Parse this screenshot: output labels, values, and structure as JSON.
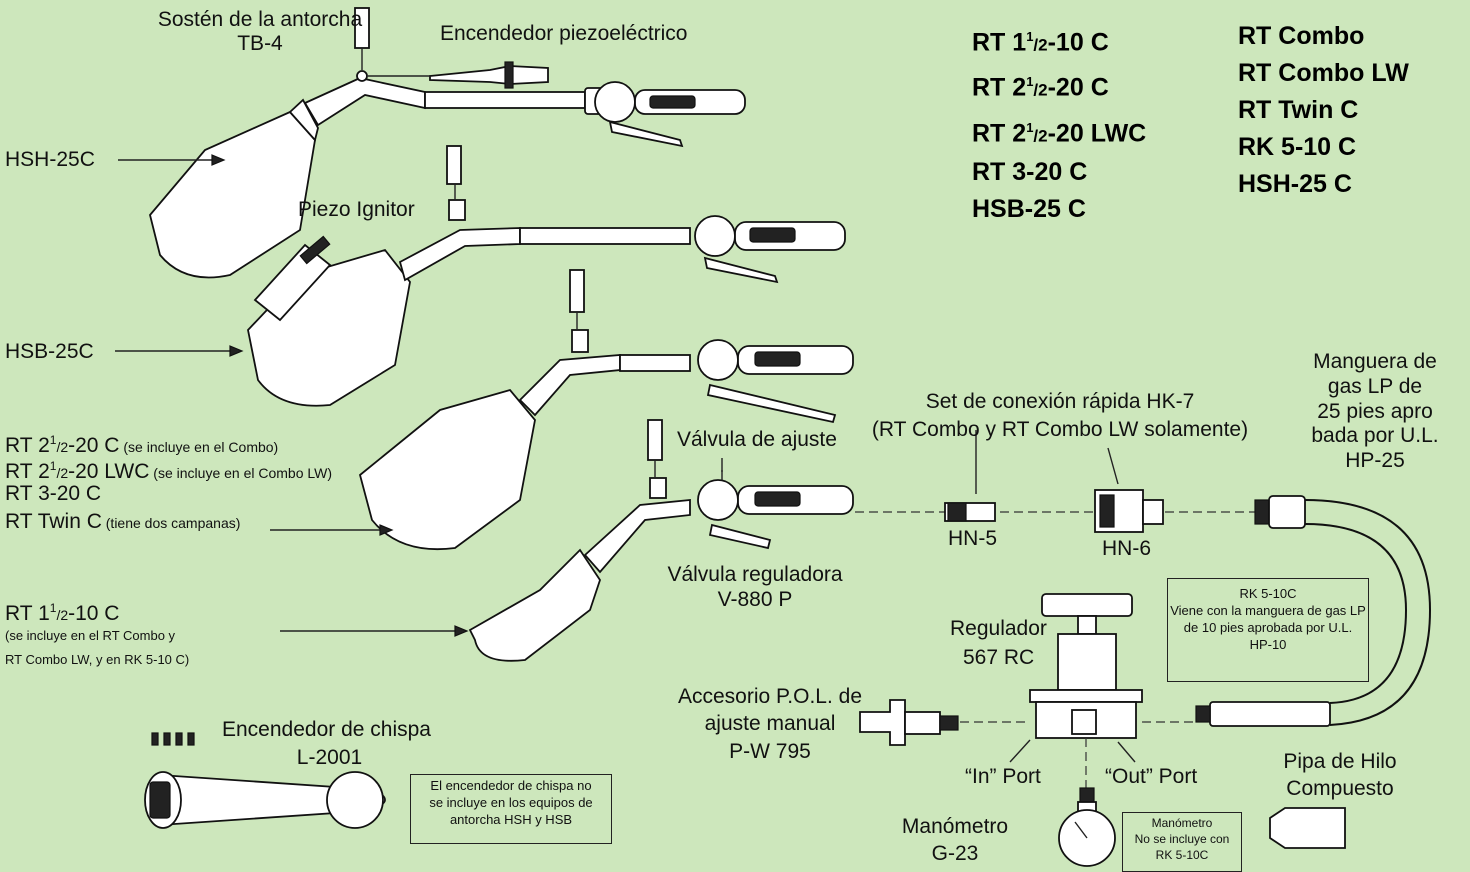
{
  "labels": {
    "tb4_line1": "Sostén de la antorcha",
    "tb4_line2": "TB-4",
    "piezo_es": "Encendedor piezoeléctrico",
    "hsh_left": "HSH-25C",
    "piezo_en": "Piezo Ignitor",
    "hsb_left": "HSB-25C",
    "rt_group": [
      {
        "main": "RT 2",
        "sup": "1",
        "sub": "/2",
        "rest": "-20 C",
        "note": " (se incluye en el Combo)"
      },
      {
        "main": "RT 2",
        "sup": "1",
        "sub": "/2",
        "rest": "-20 LWC",
        "note": " (se incluye en el Combo LW)"
      },
      {
        "main": "RT 3-20 C",
        "sup": "",
        "sub": "",
        "rest": "",
        "note": ""
      },
      {
        "main": "RT Twin C",
        "sup": "",
        "sub": "",
        "rest": "",
        "note": " (tiene dos campanas)"
      }
    ],
    "rt110_main": "RT 1",
    "rt110_sup": "1",
    "rt110_sub": "/2",
    "rt110_rest": "-10 C",
    "rt110_note1": "(se incluye en el RT Combo y",
    "rt110_note2": "RT Combo LW, y en RK 5-10 C)",
    "valve_adjust": "Válvula de ajuste",
    "valve_reg_1": "Válvula reguladora",
    "valve_reg_2": "V-880 P",
    "hk7_1": "Set de conexión rápida HK-7",
    "hk7_2": "(RT Combo y RT Combo LW solamente)",
    "hn5": "HN-5",
    "hn6": "HN-6",
    "hose_1": "Manguera de",
    "hose_2": "gas LP de",
    "hose_3": "25 pies apro",
    "hose_4": "bada por U.L.",
    "hose_5": "HP-25",
    "regulator_1": "Regulador",
    "regulator_2": "567 RC",
    "pol_1": "Accesorio P.O.L. de",
    "pol_2": "ajuste manual",
    "pol_3": "P-W 795",
    "in_port": "“In” Port",
    "out_port": "“Out” Port",
    "pipe_1": "Pipa de Hilo",
    "pipe_2": "Compuesto",
    "spark_1": "Encendedor de chispa",
    "spark_2": "L-2001",
    "gauge_1": "Manómetro",
    "gauge_2": "G-23"
  },
  "boxes": {
    "rk_box": [
      "RK 5-10C",
      "Viene con la manguera de gas LP",
      "de 10 pies aprobada por U.L.",
      "HP-10"
    ],
    "spark_box": [
      "El encendedor de chispa no",
      "se incluye en los equipos de",
      "antorcha HSH y HSB"
    ],
    "gauge_box": [
      "Manómetro",
      "No se incluye con",
      "RK 5-10C"
    ]
  },
  "models": {
    "col1": [
      {
        "pre": "RT 1",
        "sup": "1",
        "sub": "/2",
        "post": "-10 C"
      },
      {
        "pre": "RT 2",
        "sup": "1",
        "sub": "/2",
        "post": "-20 C"
      },
      {
        "pre": "RT 2",
        "sup": "1",
        "sub": "/2",
        "post": "-20 LWC"
      },
      {
        "pre": "RT 3-20 C",
        "sup": "",
        "sub": "",
        "post": ""
      },
      {
        "pre": "HSB-25 C",
        "sup": "",
        "sub": "",
        "post": ""
      }
    ],
    "col2": [
      "RT Combo",
      "RT Combo LW",
      "RT Twin C",
      "RK 5-10 C",
      "HSH-25 C"
    ]
  },
  "colors": {
    "background": "#cde7bc",
    "ink": "#111111"
  }
}
